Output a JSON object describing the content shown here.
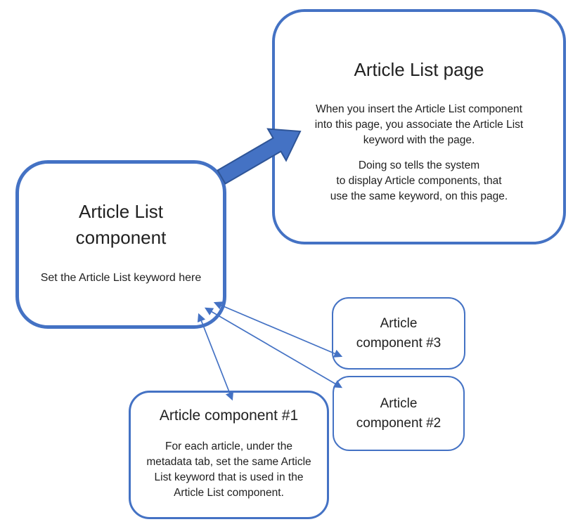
{
  "colors": {
    "accent_blue": "#4472C4",
    "arrow_outline_blue": "#2F5597",
    "text_dark": "#212121",
    "background": "#FFFFFF"
  },
  "article_list_page": {
    "title": "Article List page",
    "paragraph1": "When you insert the Article List component\ninto this page, you associate the Article List\nkeyword with the page.",
    "paragraph2": "Doing so tells the system\nto display Article components, that\nuse the same keyword, on this page."
  },
  "article_list_component": {
    "title": "Article List\ncomponent",
    "body": "Set the Article List keyword here"
  },
  "article_component_1": {
    "title": "Article component #1",
    "body": "For each article, under the\nmetadata tab, set the same Article\nList keyword that is used in the\nArticle List component."
  },
  "article_component_2": {
    "title": "Article\ncomponent #2"
  },
  "article_component_3": {
    "title": "Article\ncomponent #3"
  }
}
